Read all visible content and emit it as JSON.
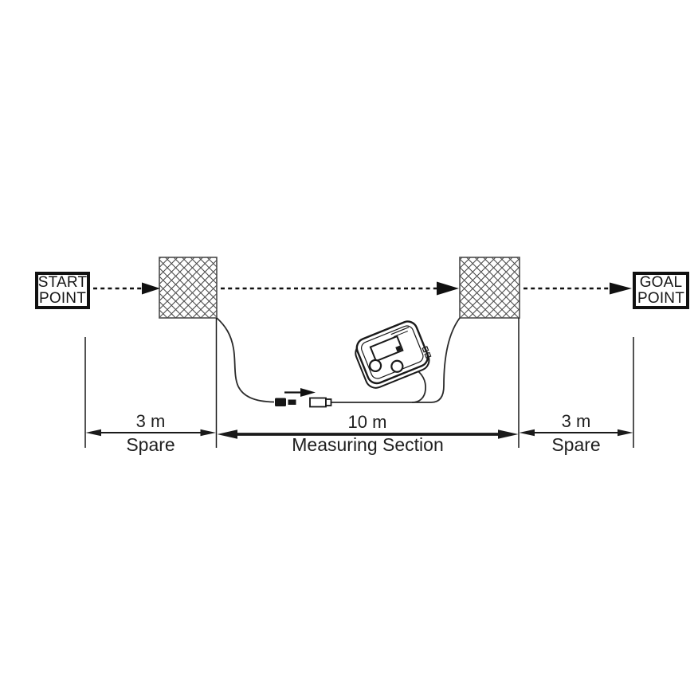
{
  "diagram": {
    "start_box": {
      "line1": "START",
      "line2": "POINT"
    },
    "goal_box": {
      "line1": "GOAL",
      "line2": "POINT"
    },
    "sections": {
      "left": {
        "distance": "3 m",
        "name": "Spare"
      },
      "middle": {
        "distance": "10 m",
        "name": "Measuring Section"
      },
      "right": {
        "distance": "3 m",
        "name": "Spare"
      }
    },
    "icons": {
      "direction_arrow": "dashed shaft with solid right-pointing triangle head",
      "dimension_arrow": "double-headed measurement arrow",
      "sensor_mat": "crosshatched sensor mat",
      "connector_plug": "male cable plug",
      "connector_socket": "female cable socket",
      "timer_device": "timer control box with display and two buttons"
    },
    "colors": {
      "line": "#1a1a1a",
      "hatch": "#4d4d4d",
      "background": "#ffffff"
    }
  }
}
